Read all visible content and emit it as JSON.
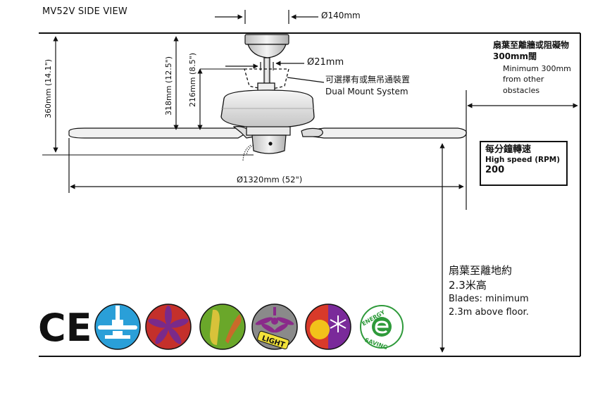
{
  "header": {
    "model_title": "MV52V  SIDE VIEW"
  },
  "dimensions": {
    "mount_diameter": "Ø140mm",
    "downrod_diameter": "Ø21mm",
    "height_360": "360mm (14.1\")",
    "height_318": "318mm (12.5\")",
    "height_216": "216mm (8.5\")",
    "blade_span": "Ø1320mm  (52\")"
  },
  "mount": {
    "label_zh": "可選擇有或無吊通裝置",
    "label_en": "Dual Mount System"
  },
  "wall_clearance": {
    "label_zh": "扇葉至離牆或阻礙物300mm闊",
    "label_en": "Minimum 300mm from other obstacles"
  },
  "rpm": {
    "label_zh": "每分鐘轉速",
    "label_en": "High speed (RPM)",
    "value": "200"
  },
  "floor_clearance": {
    "label_zh_line1": "扇葉至離地約",
    "label_zh_line2": "2.3米高",
    "label_en": "Blades: minimum 2.3m above floor."
  },
  "icons": [
    {
      "name": "ce-mark-icon",
      "text": "CE"
    },
    {
      "name": "ceiling-fan-mount-icon"
    },
    {
      "name": "five-blade-fan-icon"
    },
    {
      "name": "wood-blade-finish-icon"
    },
    {
      "name": "light-kit-fan-icon",
      "text": "LIGHT"
    },
    {
      "name": "summer-winter-season-icon"
    },
    {
      "name": "energy-saving-icon",
      "text_top": "ENERGY",
      "text_bottom": "SAVING"
    }
  ],
  "colors": {
    "line": "#111111",
    "blade_fill": "#f2f2f2",
    "body_fill": "#e4e4e4",
    "ce_icon_bg": "#2a9fd8",
    "fan_icon_bg": "#c4302b",
    "blade_icon_bg": "#6aa72a",
    "light_icon_bg": "#8a8a8a",
    "light_icon_fan": "#8a2a8a",
    "energy_green": "#2e9a3a"
  }
}
